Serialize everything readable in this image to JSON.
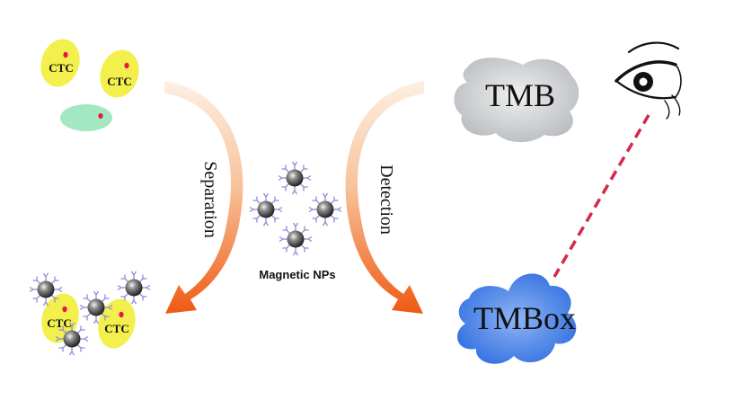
{
  "labels": {
    "ctc": "CTC",
    "separation": "Separation",
    "detection": "Detection",
    "magnetic_nps": "Magnetic NPs",
    "tmb": "TMB",
    "tmbox": "TMBox"
  },
  "colors": {
    "cell_yellow": "#f3ef4c",
    "cell_green": "#a3e8c0",
    "nucleus_red": "#e4164a",
    "arrow_orange": "#f2621b",
    "arrow_light": "#fbe3cf",
    "tmb_gray": "#d2d4d6",
    "tmbox_blue": "#3f7ee6",
    "dash_red": "#d4294c"
  },
  "icons": [
    "ctc-cell",
    "magnetic-nanoparticle",
    "curved-arrow",
    "eye-icon",
    "tmb-cloud",
    "tmbox-cloud"
  ]
}
